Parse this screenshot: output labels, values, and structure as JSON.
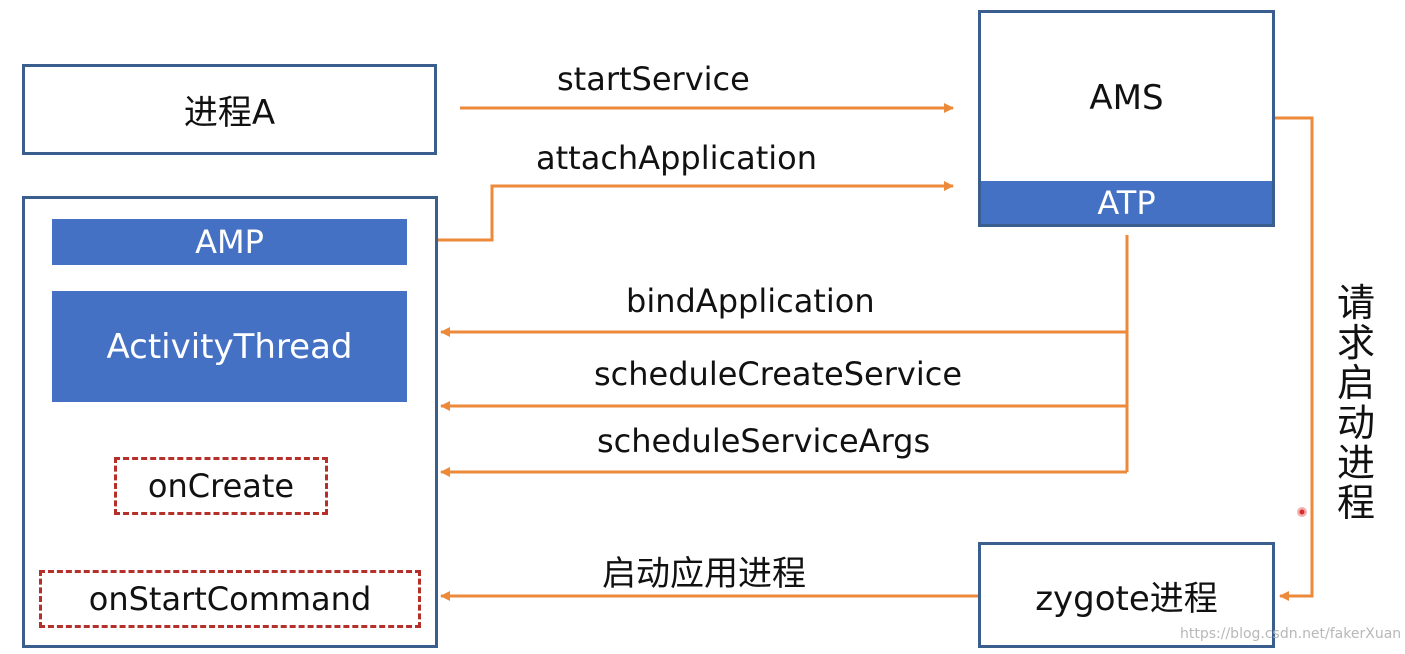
{
  "process_a": {
    "label": "进程A"
  },
  "app_process": {
    "amp_label": "AMP",
    "activity_thread_label": "ActivityThread",
    "on_create_label": "onCreate",
    "on_start_command_label": "onStartCommand"
  },
  "ams": {
    "label": "AMS",
    "atp_label": "ATP"
  },
  "zygote": {
    "label": "zygote进程"
  },
  "edges": {
    "start_service": "startService",
    "attach_application": "attachApplication",
    "bind_application": "bindApplication",
    "schedule_create_service": "scheduleCreateService",
    "schedule_service_args": "scheduleServiceArgs",
    "start_app_process": "启动应用进程",
    "request_start_process": "请求启动进程"
  },
  "watermark": "https://blog.csdn.net/fakerXuan",
  "colors": {
    "box_border": "#3a5f8f",
    "bar_fill": "#4471c4",
    "arrow": "#ed8a3a",
    "dashed_border": "#b5302a"
  }
}
